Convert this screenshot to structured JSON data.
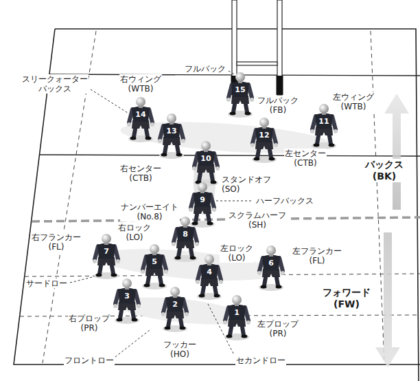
{
  "diagram": {
    "labels": [
      "フルバック",
      "スリークォーター バックス",
      "右ウィング (WTB)",
      "15",
      "フルバック (FB)",
      "左ウィング (WTB)",
      "14",
      "13",
      "12",
      "11",
      "左センター (CTB)",
      "10",
      "右センター (CTB)",
      "スタンドオフ (SO)",
      "バックス (BK)",
      "ハーフバックス",
      "9",
      "スクラムハーフ (SH)",
      "ナンバーエイト (No.8)",
      "8",
      "右フランカー (FL)",
      "右ロック (LO)",
      "左ロック (LO)",
      "左フランカー (FL)",
      "7",
      "5",
      "4",
      "6",
      "サードロー",
      "フォワード (FW)",
      "3",
      "2",
      "1",
      "右プロップ (PR)",
      "左プロップ (PR)",
      "フッカー (HO)",
      "フロントロー",
      "セカンドロー"
    ]
  }
}
